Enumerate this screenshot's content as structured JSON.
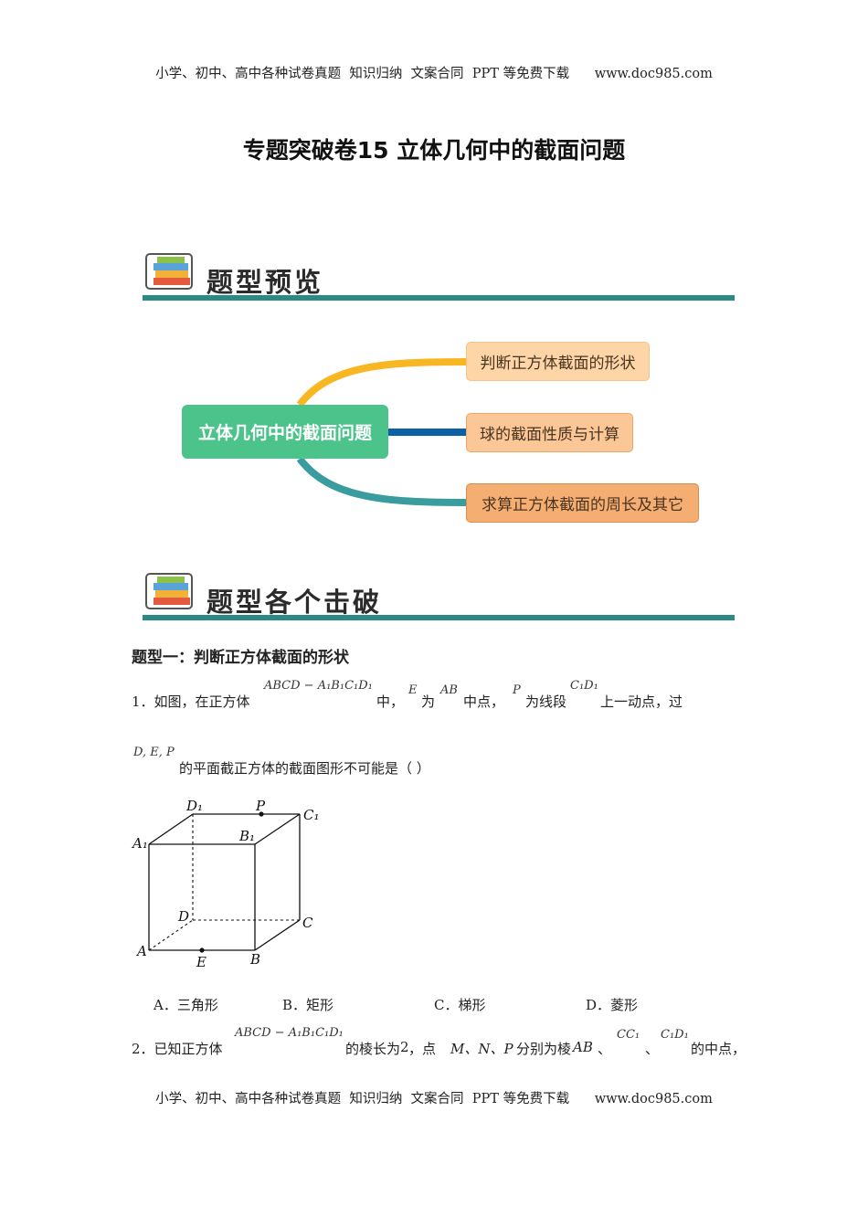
{
  "header": {
    "text": "小学、初中、高中各种试卷真题  知识归纳  文案合同  PPT 等免费下载      www.doc985.com"
  },
  "title": "专题突破卷15  立体几何中的截面问题",
  "sections": {
    "overview_label": "题型预览",
    "breakthrough_label": "题型各个击破"
  },
  "mindmap": {
    "root": "立体几何中的截面问题",
    "branches": [
      {
        "label": "判断正方体截面的形状",
        "color": "#f8b722"
      },
      {
        "label": "球的截面性质与计算",
        "color": "#0d5fa6"
      },
      {
        "label": "求算正方体截面的周长及其它",
        "color": "#3a9c9e"
      }
    ]
  },
  "question_type_1": {
    "heading": "题型一：判断正方体截面的形状"
  },
  "q1": {
    "num": "1．如图，在正方体",
    "cube": "ABCD − A₁B₁C₁D₁",
    "t1": "中，",
    "E": "E",
    "t2": "为",
    "AB": "AB",
    "t3": "中点，",
    "P": "P",
    "t4": "为线段",
    "C1D1": "C₁D₁",
    "t5": "上一动点，过",
    "points": "D, E, P",
    "t6": "的平面截正方体的截面图形不可能是（    ）",
    "figure_labels": {
      "A": "A",
      "B": "B",
      "C": "C",
      "D": "D",
      "A1": "A₁",
      "B1": "B₁",
      "C1": "C₁",
      "D1": "D₁",
      "P": "P",
      "E": "E"
    },
    "choices": [
      {
        "label": "A．三角形"
      },
      {
        "label": "B．矩形"
      },
      {
        "label": "C．梯形"
      },
      {
        "label": "D．菱形"
      }
    ]
  },
  "q2": {
    "num": "2．已知正方体",
    "cube": "ABCD − A₁B₁C₁D₁",
    "t1": "的棱长为",
    "t1n": "2",
    "t1b": "，点",
    "mnp": "M、N、P",
    "t2": "分别为棱",
    "AB": "AB",
    "sep1": "、",
    "CC1": "CC₁",
    "sep2": "、",
    "C1D1": "C₁D₁",
    "t3": "的中点，"
  },
  "footer": {
    "text": "小学、初中、高中各种试卷真题  知识归纳  文案合同  PPT 等免费下载      www.doc985.com"
  }
}
